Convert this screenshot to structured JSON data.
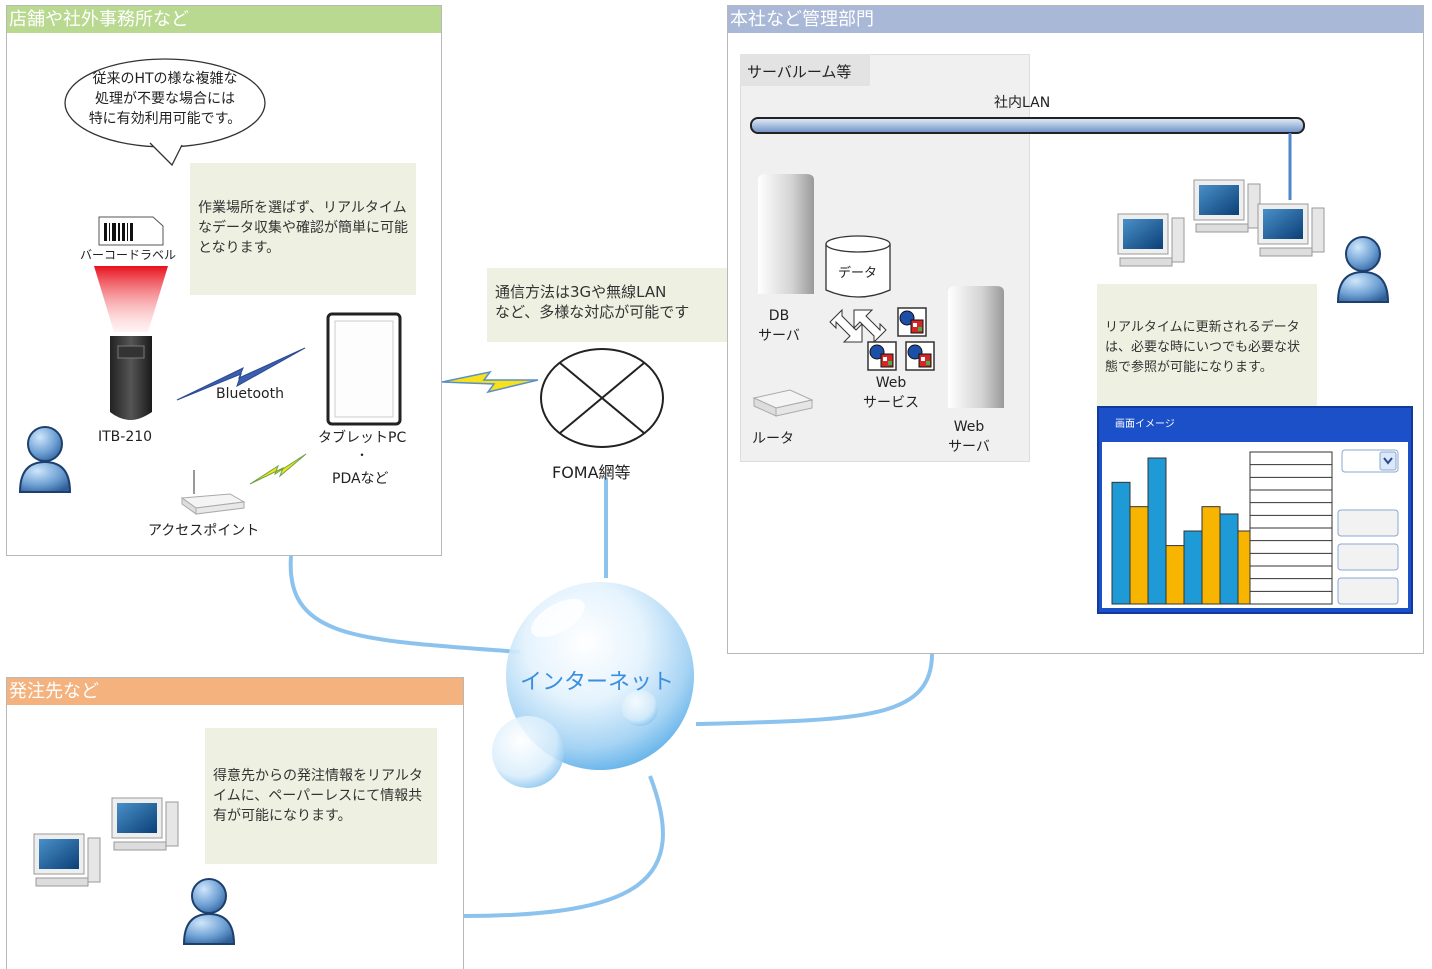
{
  "panels": {
    "store": {
      "title": "店舗や社外事務所など",
      "color": "#b8d98f"
    },
    "hq": {
      "title": "本社など管理部門",
      "color": "#a9b8d6"
    },
    "supplier": {
      "title": "発注先など",
      "color": "#f3b27e"
    }
  },
  "store": {
    "bubble": [
      "従来のHTの様な複雑な",
      "処理が不要な場合には",
      "特に有効利用可能です。"
    ],
    "note": "作業場所を選ばず、リアルタイムなデータ収集や確認が簡単に可能となります。",
    "barcode_label": "バーコードラベル",
    "device_label": "ITB-210",
    "bluetooth_label": "Bluetooth",
    "tablet_label": "タブレットPC",
    "tablet_dot": "・",
    "pda_label": "PDAなど",
    "access_point_label": "アクセスポイント"
  },
  "network": {
    "comm_note": [
      "通信方法は3Gや無線LAN",
      "など、多様な対応が可能です"
    ],
    "foma_label": "FOMA網等",
    "internet_label": "インターネット"
  },
  "hq": {
    "server_room_label": "サーバルーム等",
    "lan_label": "社内LAN",
    "data_label": "データ",
    "db_server_label": [
      "DB",
      "サーバ"
    ],
    "web_service_label": [
      "Web",
      "サービス"
    ],
    "web_server_label": [
      "Web",
      "サーバ"
    ],
    "router_label": "ルータ",
    "note": "リアルタイムに更新されるデータは、必要な時にいつでも必要な状態で参照が可能になります。",
    "screen_title": "画面イメージ"
  },
  "supplier": {
    "note": "得意先からの発注情報をリアルタイムに、ペーパーレスにて情報共有が可能になります。"
  },
  "chart_data": {
    "type": "bar",
    "title": "",
    "series": [
      {
        "color": "#1e9ad6",
        "values": [
          5,
          6,
          3,
          3.7
        ]
      },
      {
        "color": "#f7b500",
        "values": [
          4,
          2.4,
          4,
          3
        ]
      }
    ],
    "ylim": [
      0,
      6
    ]
  }
}
